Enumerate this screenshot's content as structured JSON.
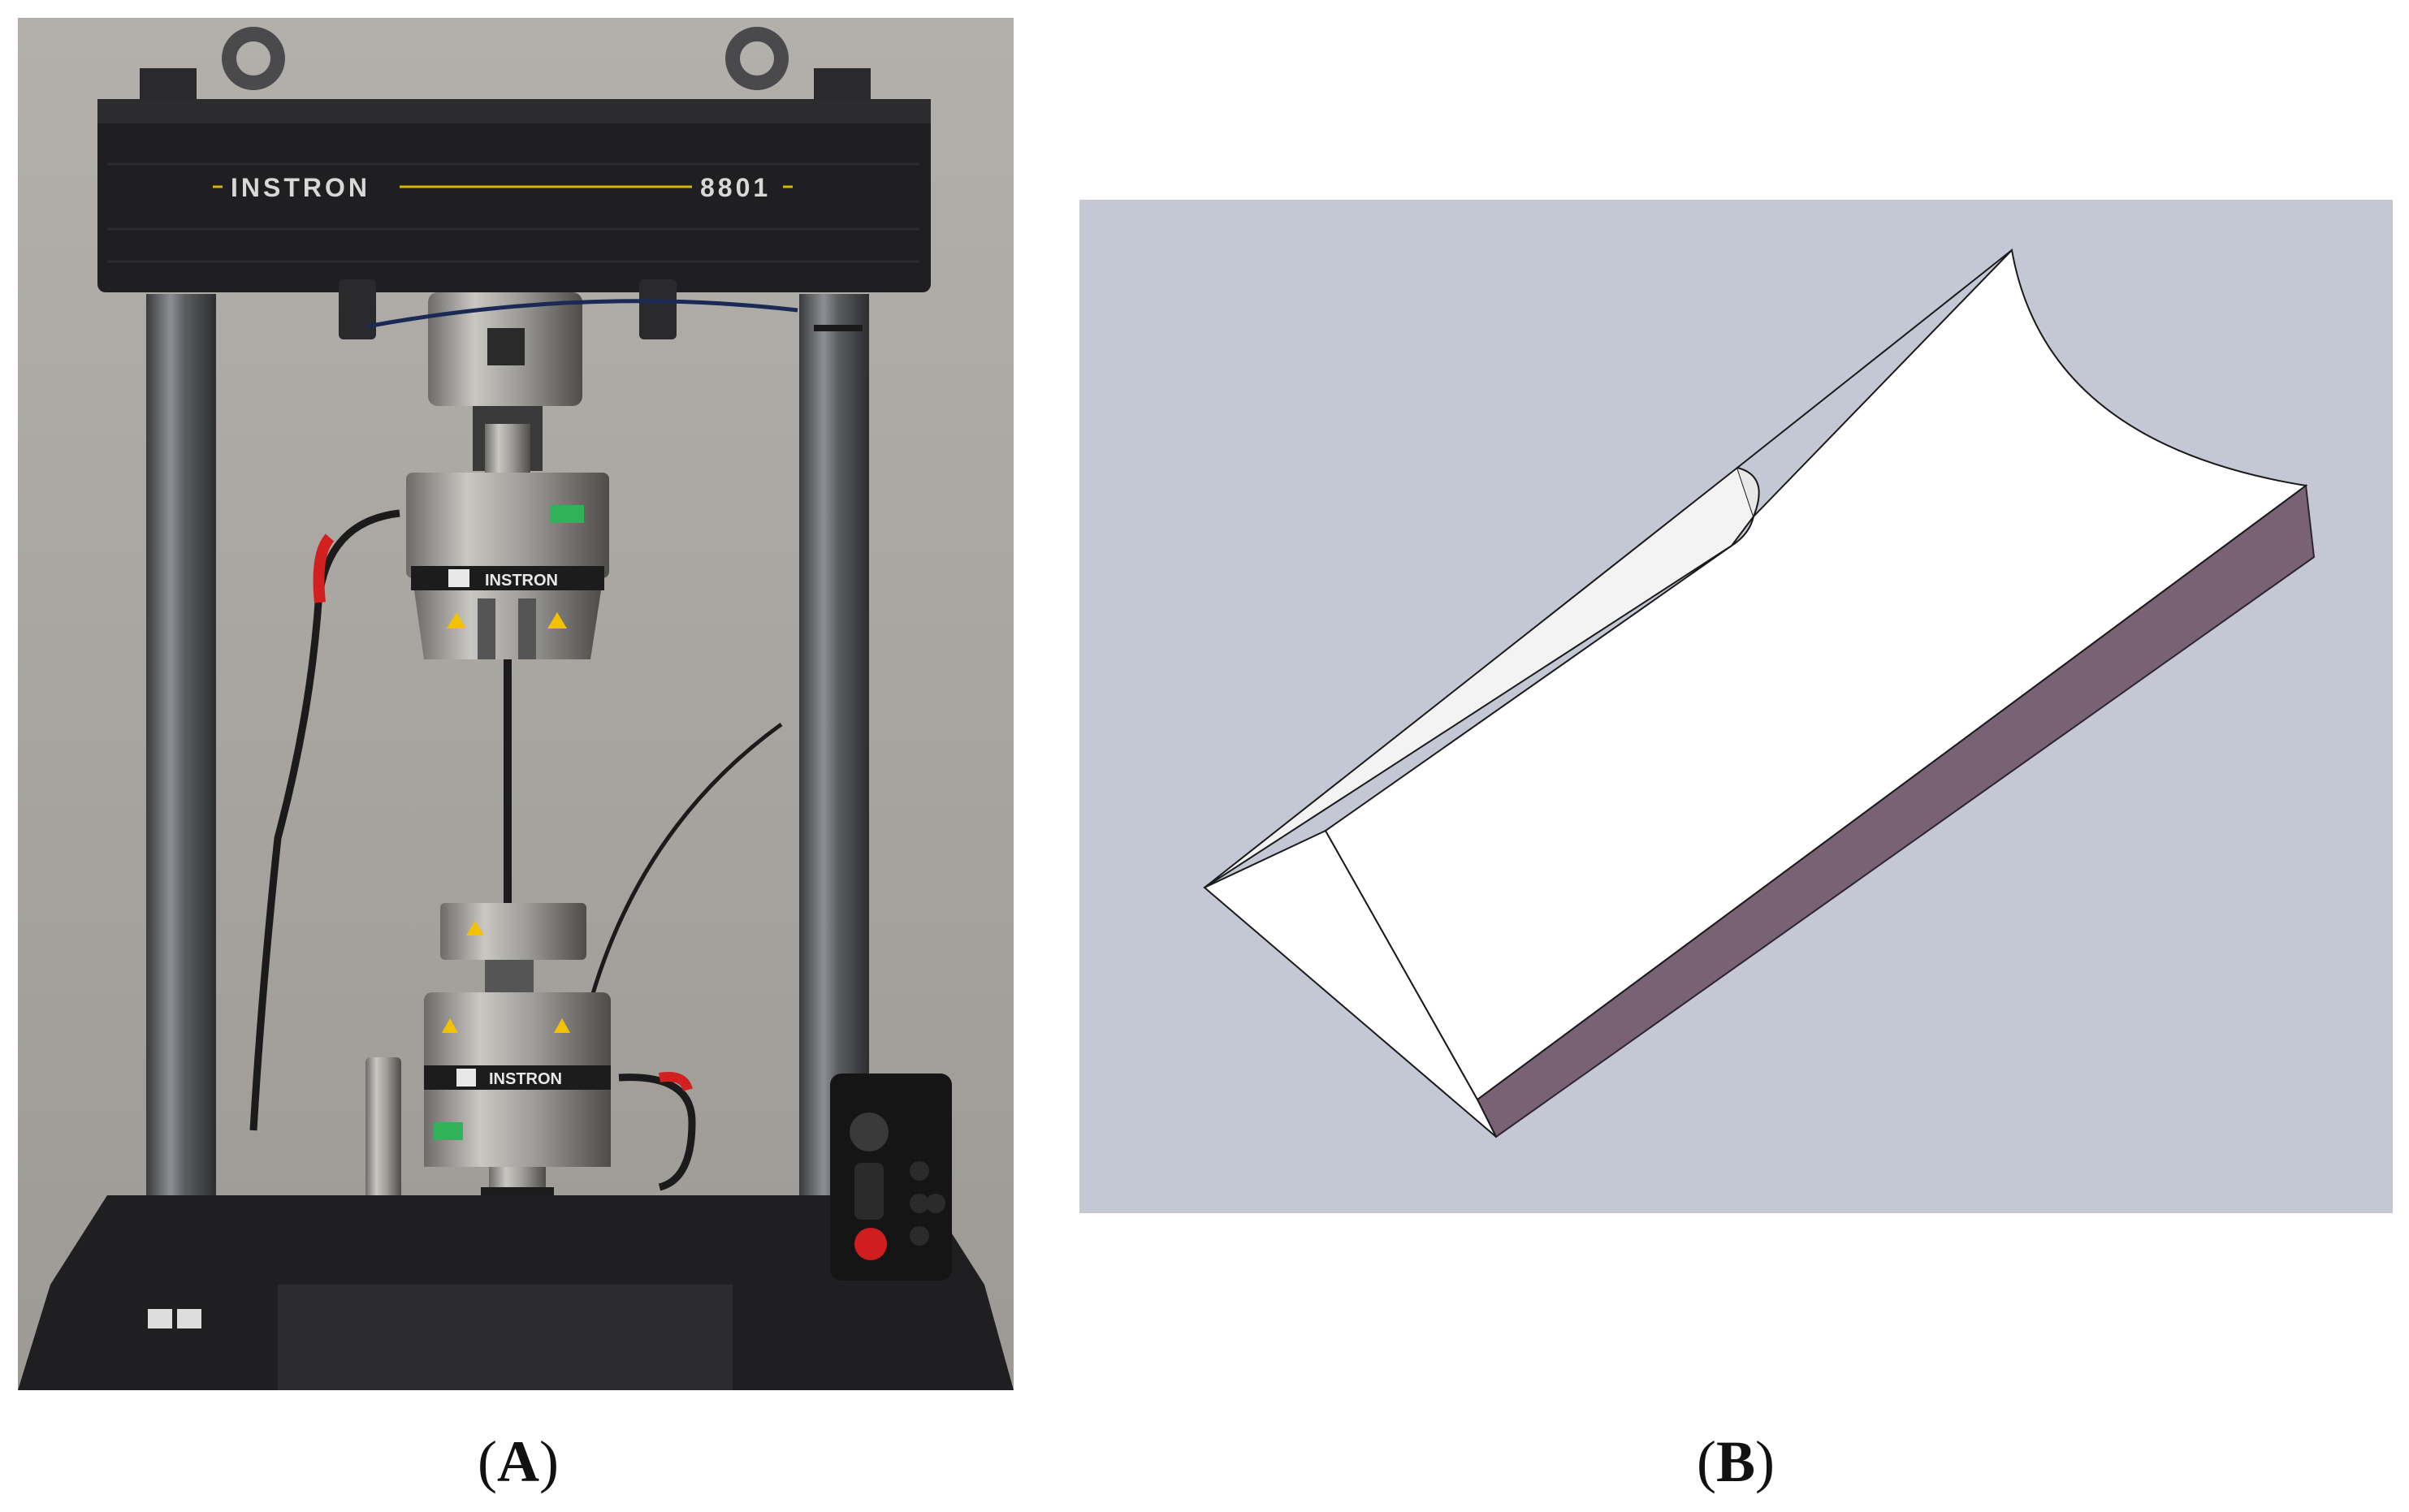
{
  "machine": {
    "brand": "INSTRON",
    "model": "8801",
    "actuator_label": "INSTRON",
    "lower_label": "INSTRON"
  },
  "captions": {
    "a": {
      "open": "(",
      "letter": "A",
      "close": ")"
    },
    "b": {
      "open": "(",
      "letter": "B",
      "close": ")"
    }
  },
  "colors": {
    "wall": "#a9a6a0",
    "frame_black": "#1f1f21",
    "accent_yellow": "#e8b400",
    "cad_background": "#c3c8d4",
    "specimen_face": "#ffffff",
    "specimen_side": "#7a6275"
  }
}
